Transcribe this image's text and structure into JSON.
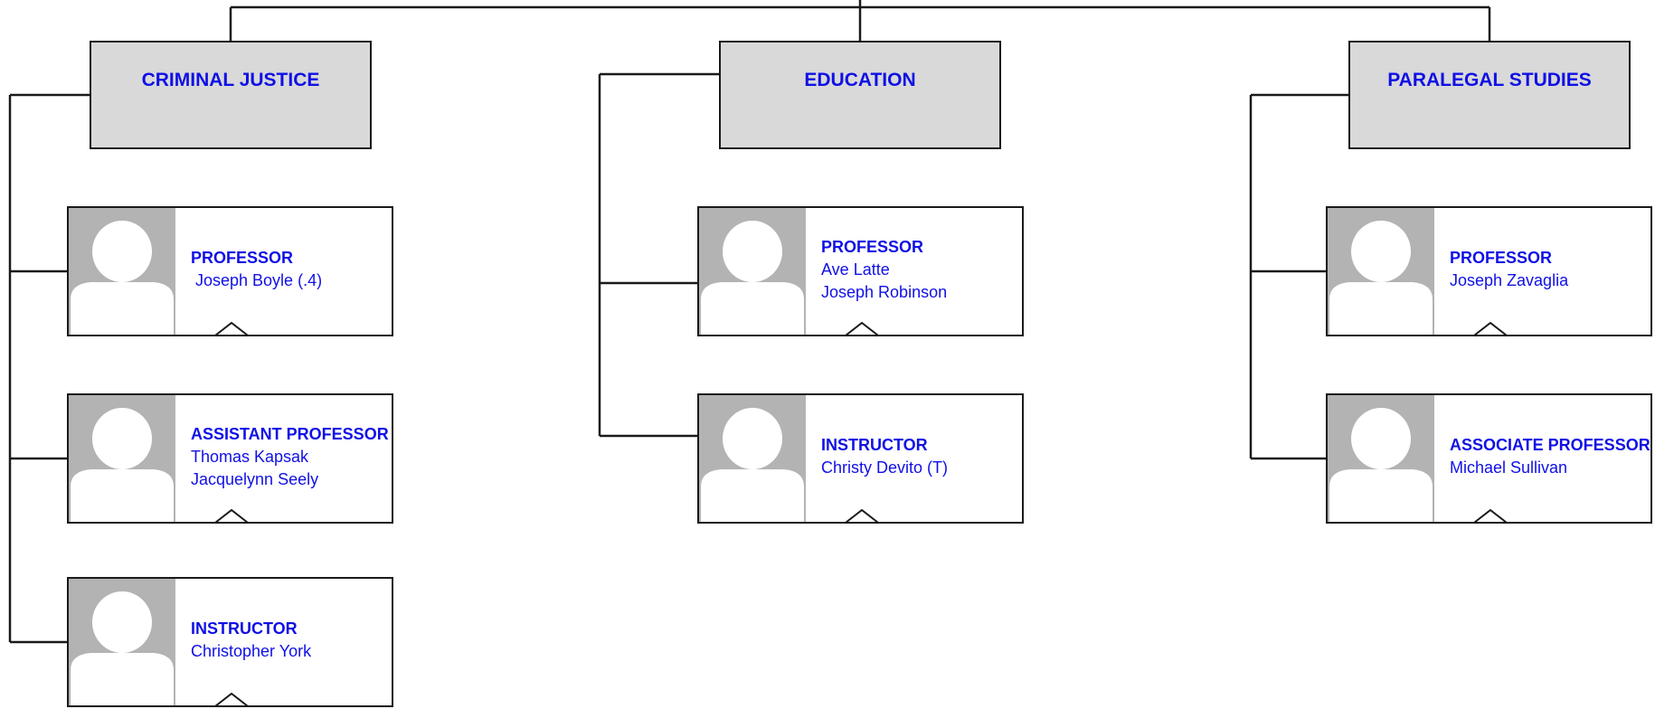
{
  "departments": [
    {
      "title": "CRIMINAL JUSTICE",
      "cards": [
        {
          "role": "PROFESSOR",
          "people": [
            " Joseph Boyle (.4)"
          ]
        },
        {
          "role": "ASSISTANT PROFESSOR",
          "people": [
            "Thomas Kapsak",
            "Jacquelynn Seely"
          ]
        },
        {
          "role": "INSTRUCTOR",
          "people": [
            "Christopher York"
          ]
        }
      ]
    },
    {
      "title": "EDUCATION",
      "cards": [
        {
          "role": "PROFESSOR",
          "people": [
            "Ave Latte",
            "Joseph Robinson"
          ]
        },
        {
          "role": "INSTRUCTOR",
          "people": [
            "Christy Devito (T)"
          ]
        }
      ]
    },
    {
      "title": "PARALEGAL STUDIES",
      "cards": [
        {
          "role": "PROFESSOR",
          "people": [
            "Joseph Zavaglia"
          ]
        },
        {
          "role": "ASSOCIATE PROFESSOR",
          "people": [
            "Michael Sullivan"
          ]
        }
      ]
    }
  ],
  "icons": {
    "photo": "person-placeholder-icon",
    "notch": "caret-up-icon"
  },
  "colors": {
    "text": "#1010e6",
    "department_fill": "#d9d9d9",
    "photo_bg": "#b3b3b3",
    "line": "#1a1a1a"
  }
}
